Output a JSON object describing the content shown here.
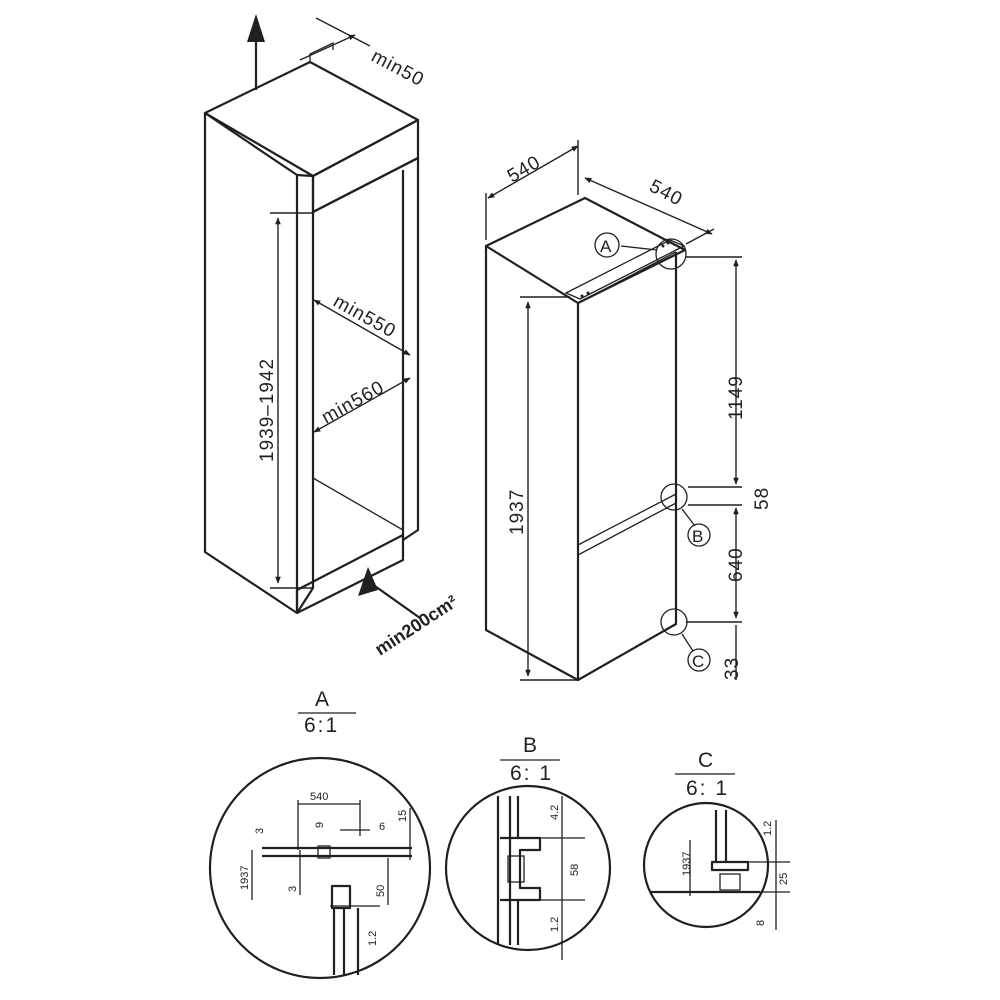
{
  "labels": {
    "min50": "min50",
    "min550": "min550",
    "min560": "min560",
    "niche_height": "1939–1942",
    "vent": "min200cm²",
    "width_front": "540",
    "width_side": "540",
    "d1149": "1149",
    "d1937": "1937",
    "d58": "58",
    "d640": "640",
    "d33": "33",
    "callout_a": "A",
    "callout_b": "B",
    "callout_c": "C"
  },
  "details": {
    "a": {
      "title": "A",
      "scale": "6:1",
      "d540": "540",
      "d3a": "3",
      "d9": "9",
      "d6": "6",
      "d15": "15",
      "d1937": "1937",
      "d3b": "3",
      "d50": "50",
      "d12": "1.2"
    },
    "b": {
      "title": "B",
      "scale": "6: 1",
      "d42": "4.2",
      "d58": "58",
      "d12": "1.2"
    },
    "c": {
      "title": "C",
      "scale": "6: 1",
      "d12": "1.2",
      "d1937": "1937",
      "d25": "25",
      "d8": "8"
    }
  }
}
